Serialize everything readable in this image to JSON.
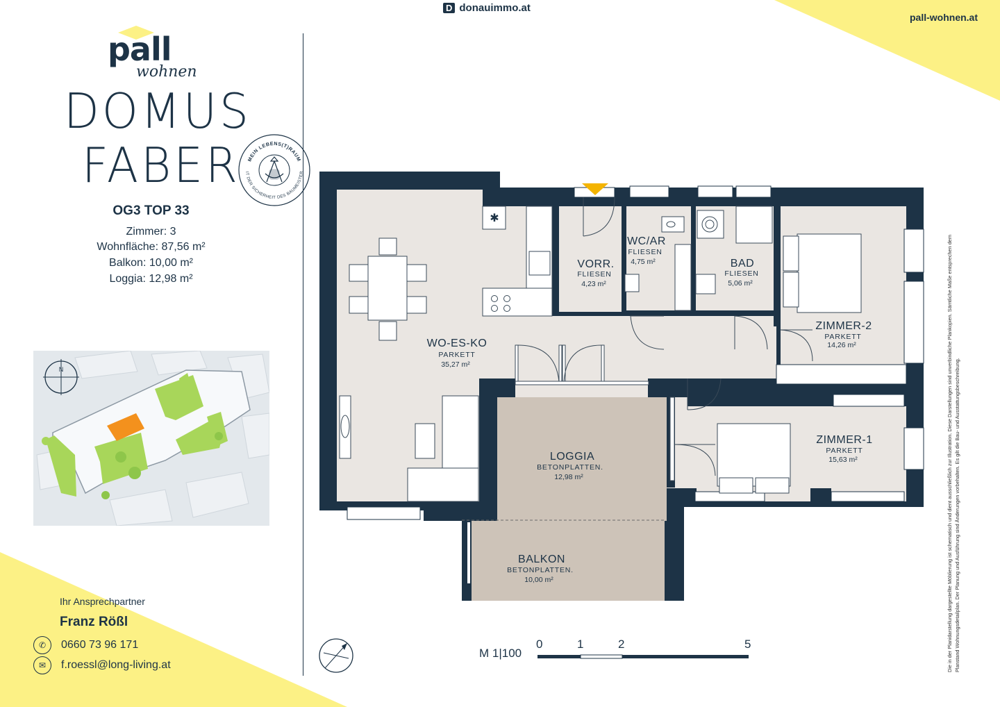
{
  "header": {
    "brand_prefix": "D",
    "brand_name": "donauimmo.at",
    "website": "pall-wohnen.at"
  },
  "logo": {
    "word1": "pall",
    "word2": "wohnen"
  },
  "project": {
    "line1": "DOMUS",
    "line2": "FABER",
    "badge_top": "MEIN LEBENS(T)RAUM",
    "badge_bottom": "MIT DER SICHERHEIT DES BAUMEISTERS"
  },
  "unit": {
    "id": "OG3 TOP 33",
    "rooms": "Zimmer: 3",
    "living_area": "Wohnfläche: 87,56 m²",
    "balcony": "Balkon: 10,00 m²",
    "loggia": "Loggia: 12,98 m²"
  },
  "site_plan": {
    "north_label": "N"
  },
  "contact": {
    "label": "Ihr Ansprechpartner",
    "name": "Franz Rößl",
    "phone": "0660 73 96 171",
    "email": "f.roessl@long-living.at"
  },
  "rooms": [
    {
      "name": "WO-ES-KO",
      "floor": "PARKETT",
      "area": "35,27 m²"
    },
    {
      "name": "VORR.",
      "floor": "FLIESEN",
      "area": "4,23 m²"
    },
    {
      "name": "WC/AR",
      "floor": "FLIESEN",
      "area": "4,75 m²"
    },
    {
      "name": "BAD",
      "floor": "FLIESEN",
      "area": "5,06 m²"
    },
    {
      "name": "ZIMMER-2",
      "floor": "PARKETT",
      "area": "14,26 m²"
    },
    {
      "name": "ZIMMER-1",
      "floor": "PARKETT",
      "area": "15,63 m²"
    },
    {
      "name": "LOGGIA",
      "floor": "BETONPLATTEN.",
      "area": "12,98 m²"
    },
    {
      "name": "BALKON",
      "floor": "BETONPLATTEN.",
      "area": "10,00 m²"
    }
  ],
  "scale": {
    "label": "M 1|100",
    "ticks": [
      "0",
      "1",
      "2",
      "5"
    ]
  },
  "disclaimer": "Die in der Planidarstellung dargestellte Möblierung ist schematisch und dient ausschließlich zur Illustration. Diese Darstellungen sind unverbindliche Plankopien. Sämtliche Maße entsprechen dem Planstand Wohnungsdetailplan. Der Planung und Ausführung sind Änderungen vorbehalten. Es gilt die Bau- und Ausstattungsbeschreibung.",
  "colors": {
    "navy": "#1d3346",
    "yellow": "#fcf185",
    "floor": "#eae6e2",
    "terrace": "#cdc3b8",
    "site_green": "#a8d65a",
    "site_highlight": "#f3911d",
    "entrance_marker": "#f4b400"
  }
}
